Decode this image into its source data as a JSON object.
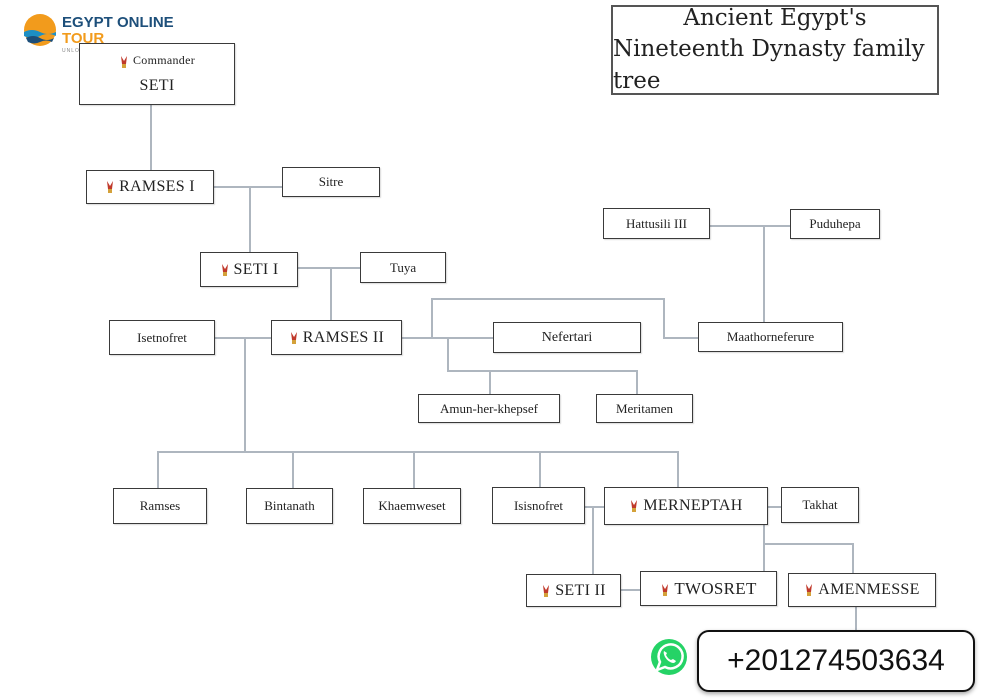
{
  "logo": {
    "line1": "EGYPT ONLINE",
    "line2": "TOUR",
    "tagline": "UNLOCK WORLD'S WONDERS"
  },
  "title": {
    "line1": "Ancient Egypt's",
    "line2": "Nineteenth Dynasty family tree"
  },
  "people": {
    "commander_label": "Commander",
    "seti_founder": "SETI",
    "ramses1": "RAMSES I",
    "sitre": "Sitre",
    "seti1": "SETI I",
    "tuya": "Tuya",
    "hattusili": "Hattusili III",
    "puduhepa": "Puduhepa",
    "isetnofret": "Isetnofret",
    "ramses2": "RAMSES II",
    "nefertari": "Nefertari",
    "maathorneferure": "Maathorneferure",
    "amun": "Amun-her-khepsef",
    "meritamen": "Meritamen",
    "ramses": "Ramses",
    "bintanath": "Bintanath",
    "khaemweset": "Khaemweset",
    "isisnofret": "Isisnofret",
    "merneptah": "MERNEPTAH",
    "takhat": "Takhat",
    "seti2": "SETI II",
    "twosret": "TWOSRET",
    "amenmesse": "AMENMESSE"
  },
  "contact": {
    "phone": "+201274503634"
  },
  "colors": {
    "connector": "#aeb6bf",
    "box_border": "#3a3a3a",
    "logo_blue": "#1d4f7a",
    "logo_orange": "#f29b1c",
    "whatsapp_green": "#25d366"
  }
}
